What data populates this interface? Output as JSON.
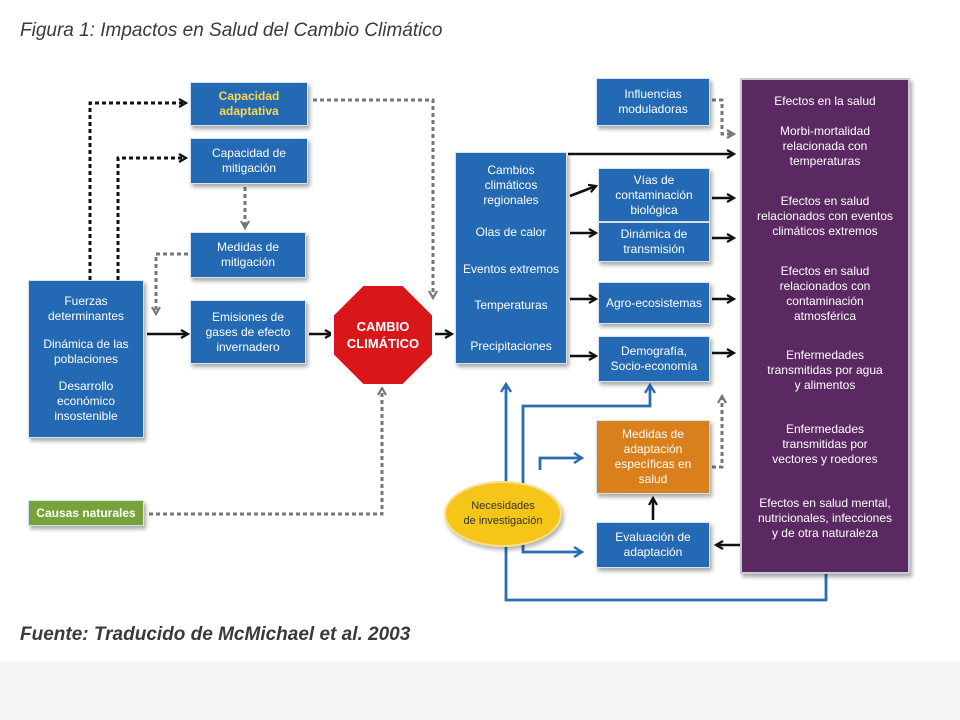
{
  "title": "Figura 1: Impactos en Salud del Cambio Climático",
  "source": "Fuente: Traducido de McMichael et al. 2003",
  "nodes": {
    "capacidad_adaptativa": [
      "Capacidad",
      "adaptativa"
    ],
    "capacidad_mitigacion": [
      "Capacidad de",
      "mitigación"
    ],
    "medidas_mitigacion": [
      "Medidas de",
      "mitigación"
    ],
    "emisiones": [
      "Emisiones de",
      "gases de efecto",
      "invernadero"
    ],
    "fuerzas": {
      "a": [
        "Fuerzas",
        "determinantes"
      ],
      "b": [
        "Dinámica de las",
        "poblaciones"
      ],
      "c": [
        "Desarrollo",
        "económico",
        "insostenible"
      ]
    },
    "causas_naturales": "Causas naturales",
    "cambio_climatico": [
      "CAMBIO",
      "CLIMÁTICO"
    ],
    "cambios_regionales": {
      "header": [
        "Cambios",
        "climáticos",
        "regionales"
      ],
      "items": [
        "Olas de calor",
        "Eventos extremos",
        "Temperaturas",
        "Precipitaciones"
      ]
    },
    "influencias": [
      "Influencias",
      "moduladoras"
    ],
    "vias_contaminacion": [
      "Vías de",
      "contaminación",
      "biológica"
    ],
    "dinamica_transmision": [
      "Dinámica de",
      "transmisión"
    ],
    "agroecosistemas": "Agro-ecosistemas",
    "demografia": [
      "Demografía,",
      "Socio-economía"
    ],
    "medidas_adaptacion": [
      "Medidas de",
      "adaptación",
      "específicas en",
      "salud"
    ],
    "evaluacion": [
      "Evaluación de",
      "adaptación"
    ],
    "necesidades": [
      "Necesidades",
      "de investigación"
    ],
    "efectos": {
      "header": "Efectos en la salud",
      "items": [
        [
          "Morbi-mortalidad",
          "relacionada con",
          "temperaturas"
        ],
        [
          "Efectos en salud",
          "relacionados con eventos",
          "climáticos extremos"
        ],
        [
          "Efectos en salud",
          "relacionados con",
          "contaminación",
          "atmosférica"
        ],
        [
          "Enfermedades",
          "transmitidas por agua",
          "y alimentos"
        ],
        [
          "Enfermedades",
          "transmitidas por",
          "vectores y roedores"
        ],
        [
          "Efectos en salud mental,",
          "nutricionales, infecciones",
          "y de otra naturaleza"
        ]
      ]
    }
  },
  "colors": {
    "blue": "#2369b3",
    "purple": "#5b2962",
    "orange": "#d9801c",
    "green": "#77a33a",
    "red": "#d9171b",
    "yellow": "#f5c518",
    "arrow_blue": "#2a6bb4"
  }
}
